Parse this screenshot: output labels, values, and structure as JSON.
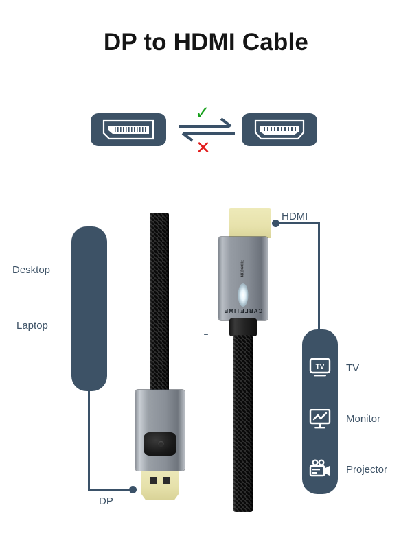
{
  "title": "DP to HDMI Cable",
  "compatibility": {
    "source_port": "DisplayPort",
    "target_port": "HDMI",
    "source_icon": "displayport-port-icon",
    "target_icon": "hdmi-port-icon",
    "allowed_mark": "✓",
    "denied_mark": "✕",
    "allowed_color": "#17a01b",
    "denied_color": "#e21b1b",
    "allowed_direction": "dp-to-hdmi",
    "denied_direction": "hdmi-to-dp"
  },
  "theme": {
    "panel": "#3d5266",
    "label": "#3d5266",
    "leader": "#3a5168",
    "title": "#151515",
    "background": "#ffffff"
  },
  "input_devices": {
    "items": [
      {
        "label": "Desktop",
        "icon": "desktop-monitor-icon"
      },
      {
        "label": "Laptop",
        "icon": "laptop-icon"
      }
    ]
  },
  "output_devices": {
    "items": [
      {
        "label": "TV",
        "icon": "tv-icon"
      },
      {
        "label": "Monitor",
        "icon": "monitor-chart-icon"
      },
      {
        "label": "Projector",
        "icon": "projector-icon"
      }
    ]
  },
  "callouts": {
    "hdmi_end": "HDMI",
    "dp_end": "DP"
  },
  "connector_hdmi": {
    "brand": "CABLETIME",
    "badge": "4K@60Hz",
    "housing": "aluminum",
    "plug_finish": "gold-plated",
    "led": "indicator-led"
  },
  "connector_dp": {
    "housing": "aluminum",
    "plug_finish": "gold-plated",
    "grip": "latch-release-grip"
  },
  "cable": {
    "jacket": "nylon-braided",
    "color": "#121212"
  }
}
